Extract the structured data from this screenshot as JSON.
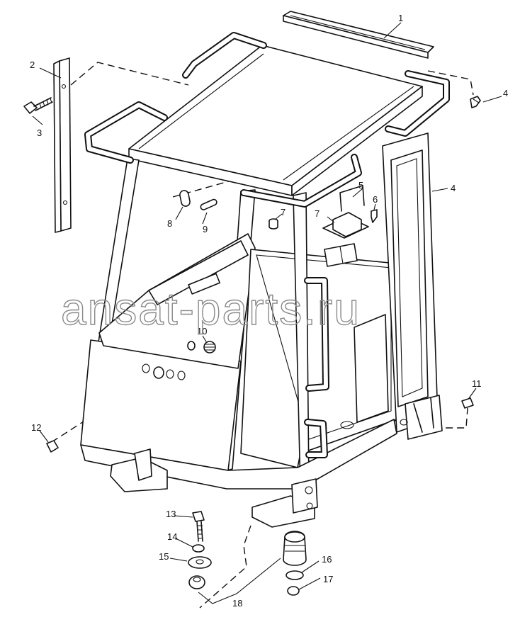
{
  "callouts": [
    "1",
    "2",
    "3",
    "4",
    "4",
    "5",
    "6",
    "7",
    "7",
    "8",
    "9",
    "10",
    "11",
    "12",
    "13",
    "14",
    "15",
    "16",
    "17",
    "18"
  ],
  "watermark": "ansat-parts.ru"
}
